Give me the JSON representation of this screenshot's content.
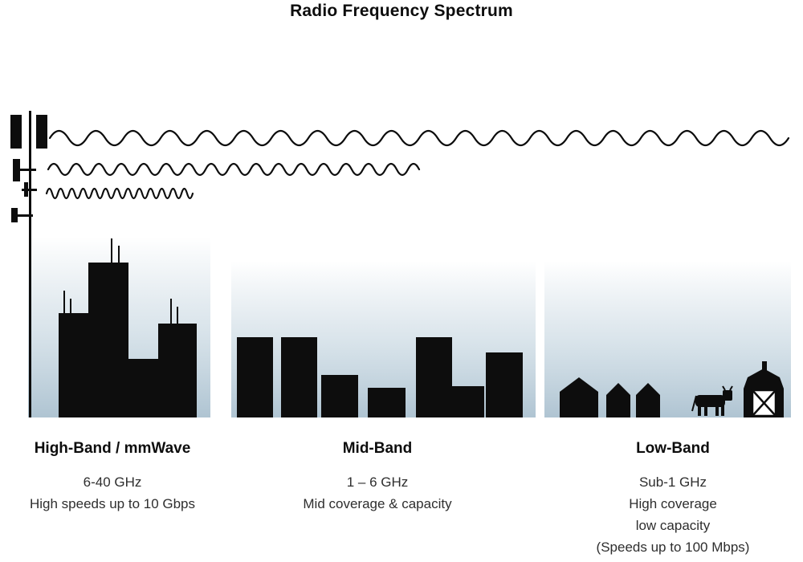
{
  "title": "Radio Frequency Spectrum",
  "colors": {
    "silhouette": "#0d0d0d",
    "panel_gradient_bottom": "#afc4d2",
    "panel_gradient_top": "#ffffff",
    "text": "#2e2e2e"
  },
  "icons": {
    "tower": "cell-tower-icon",
    "long_wave": "low-band-wave-icon",
    "medium_wave": "mid-band-wave-icon",
    "short_wave": "high-band-wave-icon",
    "city": "city-skyline-icon",
    "midrise": "midrise-buildings-icon",
    "houses": "houses-icon",
    "cow": "cow-icon",
    "barn": "barn-icon"
  },
  "bands": [
    {
      "name": "High-Band / mmWave",
      "freq": "6-40 GHz",
      "lines": [
        "High speeds up to 10 Gbps"
      ]
    },
    {
      "name": "Mid-Band",
      "freq": "1 – 6 GHz",
      "lines": [
        "Mid coverage & capacity"
      ]
    },
    {
      "name": "Low-Band",
      "freq": "Sub-1 GHz",
      "lines": [
        "High coverage",
        "low capacity",
        "(Speeds up to 100 Mbps)"
      ]
    }
  ]
}
